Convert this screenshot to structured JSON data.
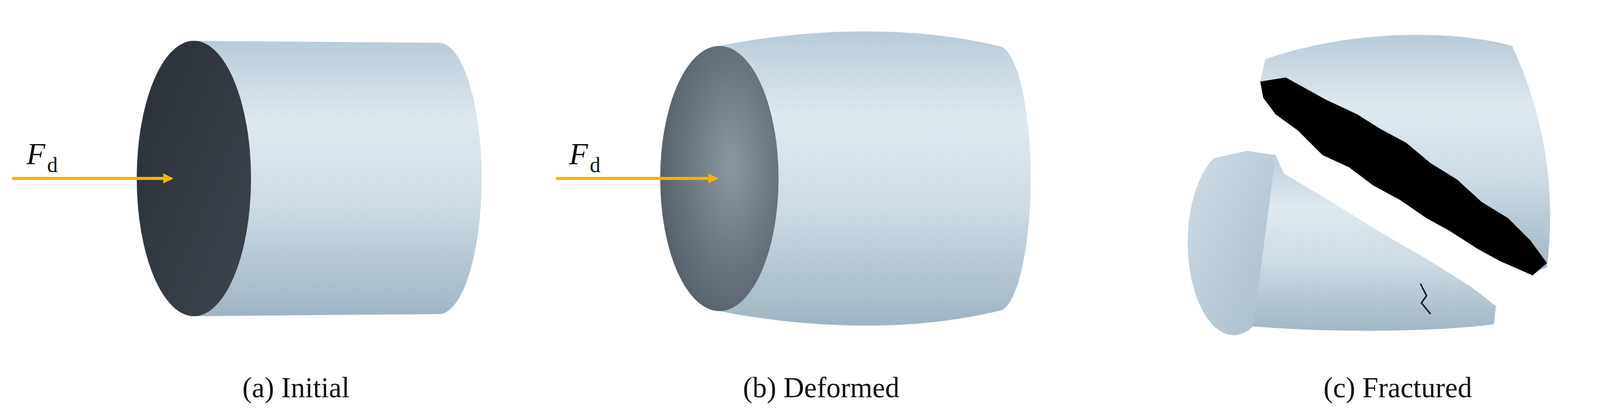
{
  "diagram": {
    "labels": [
      "F",
      "d",
      "(a) Initial",
      "F",
      "d",
      "(b) Deformed",
      "(c) Fractured"
    ]
  }
}
